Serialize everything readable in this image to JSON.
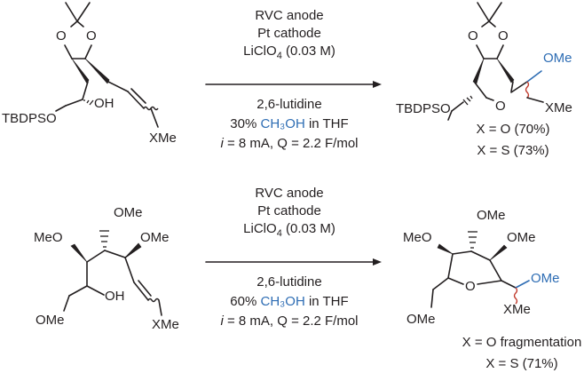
{
  "reaction1": {
    "conditions_above": [
      "RVC anode",
      "Pt cathode"
    ],
    "electrolyte": {
      "main": "LiClO",
      "sub": "4",
      "tail": " (0.03 M)"
    },
    "base": "2,6-lutidine",
    "solvent": {
      "pre": "30% ",
      "highlight": "CH₃OH",
      "post": " in THF"
    },
    "current": {
      "italic": "i",
      "rest": " = 8 mA, Q = 2.2 F/mol"
    },
    "sm_labels": {
      "protect": "TBDPSO",
      "oh": "OH",
      "xme": "XMe",
      "o1": "O",
      "o2": "O"
    },
    "pr_labels": {
      "protect": "TBDPSO",
      "ome": "OMe",
      "xme": "XMe",
      "o1": "O",
      "o2": "O",
      "oring": "O"
    },
    "yields": [
      "X = O (70%)",
      "X = S (73%)"
    ]
  },
  "reaction2": {
    "conditions_above": [
      "RVC anode",
      "Pt cathode"
    ],
    "electrolyte": {
      "main": "LiClO",
      "sub": "4",
      "tail": " (0.03 M)"
    },
    "base": "2,6-lutidine",
    "solvent": {
      "pre": "60% ",
      "highlight": "CH₃OH",
      "post": " in THF"
    },
    "current": {
      "italic": "i",
      "rest": " = 8 mA, Q = 2.2 F/mol"
    },
    "sm_labels": {
      "ome_top": "OMe",
      "meo_left": "MeO",
      "ome_right": "OMe",
      "oh": "OH",
      "ome_bottom": "OMe",
      "xme": "XMe"
    },
    "pr_labels": {
      "ome_top": "OMe",
      "meo_left": "MeO",
      "ome_right": "OMe",
      "oring": "O",
      "ome_blue": "OMe",
      "ome_bottom": "OMe",
      "xme": "XMe"
    },
    "yields": [
      "X = O fragmentation",
      "X = S (71%)"
    ]
  }
}
